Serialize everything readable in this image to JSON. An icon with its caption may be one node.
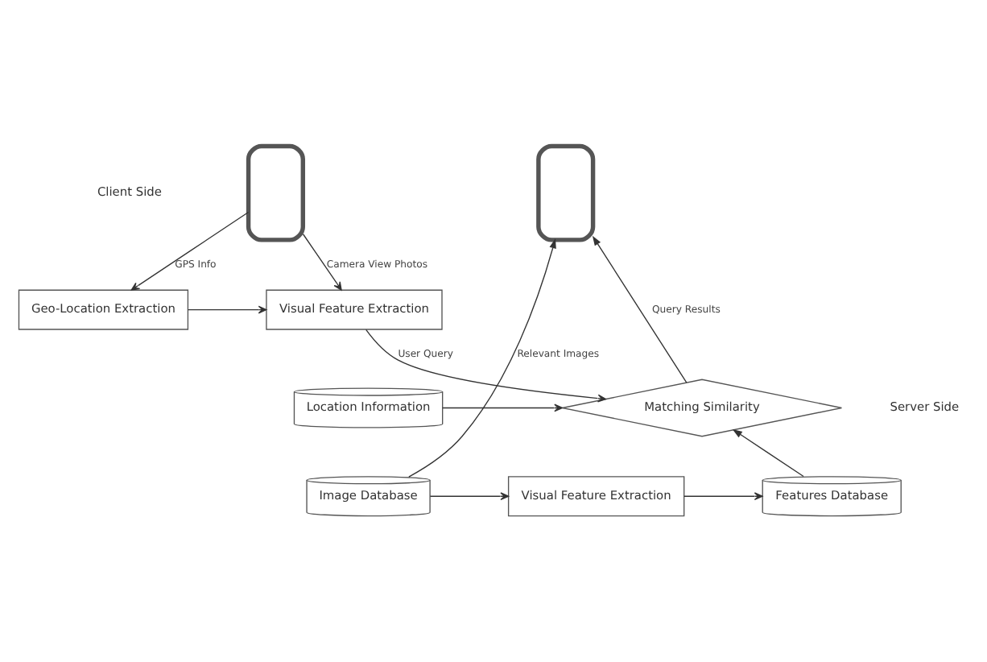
{
  "diagram": {
    "nodes": [
      {
        "text": [],
        "shape": "phone"
      },
      {
        "text": [
          "Geo-Location Extraction"
        ]
      },
      {
        "text": [
          "Visual Feature Extraction"
        ]
      },
      {
        "text": [
          "Location Information"
        ]
      },
      {
        "text": [
          "Matching Similarity"
        ]
      },
      {
        "text": [],
        "shape": "phone"
      },
      {
        "text": [
          "Image Database"
        ]
      },
      {
        "text": [
          "Visual Feature Extraction"
        ]
      },
      {
        "text": [
          "Features Database"
        ]
      }
    ],
    "edges": [
      {
        "from": 0,
        "to": 1,
        "arrow": "to",
        "label": "GPS Info"
      },
      {
        "from": 0,
        "to": 2,
        "arrow": "to",
        "label": "Camera View Photos"
      },
      {
        "from": 1,
        "to": 2,
        "arrow": "to"
      },
      {
        "from": 2,
        "to": 4,
        "arrow": "to",
        "label": "User Query"
      },
      {
        "from": 3,
        "to": 4,
        "arrow": "to"
      },
      {
        "from": 4,
        "to": 5,
        "arrow": "to",
        "label": "Query Results"
      },
      {
        "from": 8,
        "to": 4,
        "arrow": "to"
      },
      {
        "from": 6,
        "to": 7,
        "arrow": "to"
      },
      {
        "from": 7,
        "to": 8,
        "arrow": "to"
      },
      {
        "from": 6,
        "to": 5,
        "arrow": "to",
        "label": "Relevant Images"
      }
    ],
    "labels": [
      "Client Side",
      "Server Side"
    ]
  }
}
